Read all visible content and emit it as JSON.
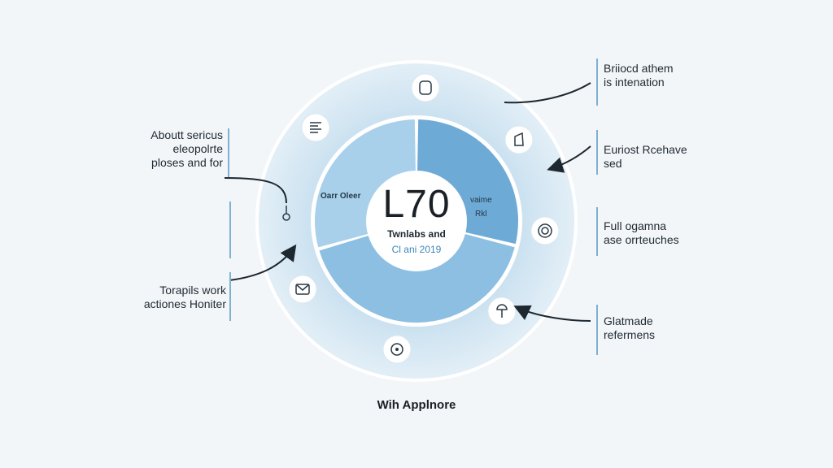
{
  "center": {
    "number": "L70",
    "line1": "Twnlabs and",
    "line2": "Cl ani 2019"
  },
  "segments": {
    "left_label": "Oarr Oleer",
    "right_label_1": "vaime",
    "right_label_2": "Rkl"
  },
  "left_labels": [
    {
      "lines": [
        "Aboutt sericus",
        "eleopolrte",
        "ploses and for"
      ]
    },
    {
      "lines": [
        "Torapils work",
        "actiones Honiter"
      ]
    }
  ],
  "right_labels": [
    {
      "lines": [
        "Briiocd athem",
        "is intenation"
      ]
    },
    {
      "lines": [
        "Euriost Rcehave",
        "sed"
      ]
    },
    {
      "lines": [
        "Full ogamna",
        "ase orrteuches"
      ]
    },
    {
      "lines": [
        "Glatmade",
        "refermens"
      ]
    }
  ],
  "caption": "Wih Applnore",
  "colors": {
    "ring": "#d3e6f2",
    "seg_top_right": "#6eaad6",
    "seg_bottom": "#8cbfe2",
    "seg_left": "#a9d0ea",
    "accent": "#3c86b9"
  },
  "icons": [
    "person-icon",
    "hand-icon",
    "globe-icon",
    "tree-icon",
    "target-icon",
    "mail-icon",
    "pin-icon",
    "document-icon"
  ]
}
